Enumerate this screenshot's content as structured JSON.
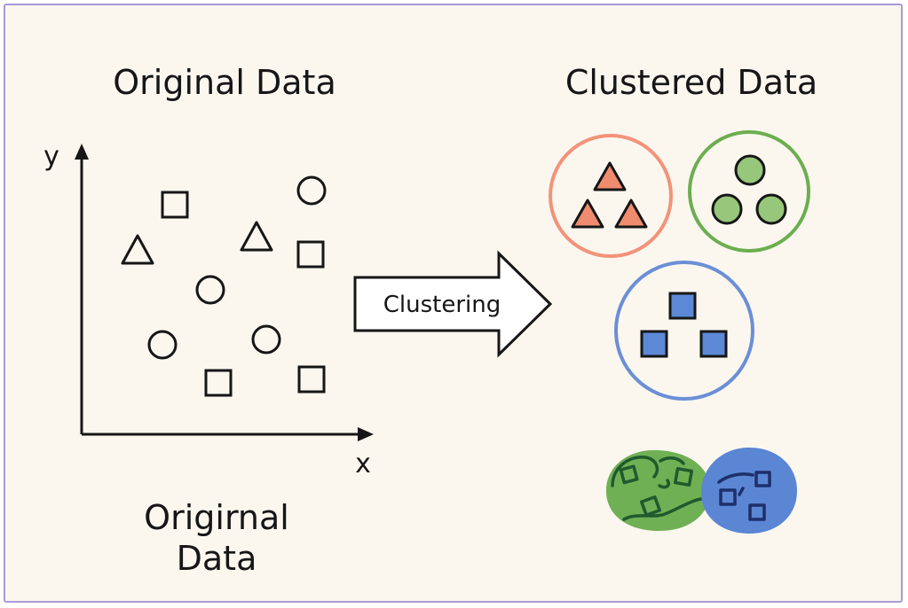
{
  "left_panel": {
    "title": "Original Data",
    "y_axis_label": "y",
    "x_axis_label": "x",
    "bottom_label_line1": "Origirnal",
    "bottom_label_line2": "Data"
  },
  "arrow": {
    "label": "Clustering"
  },
  "right_panel": {
    "title": "Clustered Data",
    "clusters": [
      {
        "name": "triangle-cluster",
        "ring_color": "#f2937a",
        "fill_color": "#ef8c6f",
        "shape": "triangle",
        "count": 3
      },
      {
        "name": "circle-cluster",
        "ring_color": "#6cae4f",
        "fill_color": "#97c77a",
        "shape": "circle",
        "count": 3
      },
      {
        "name": "square-cluster",
        "ring_color": "#6b8fd6",
        "fill_color": "#5c88d6",
        "shape": "square",
        "count": 3
      }
    ],
    "blobs": {
      "green_color": "#6fb054",
      "blue_color": "#5a86d4"
    }
  },
  "colors": {
    "background": "#fbf7ef",
    "border": "#a99ad8",
    "ink": "#161616"
  }
}
